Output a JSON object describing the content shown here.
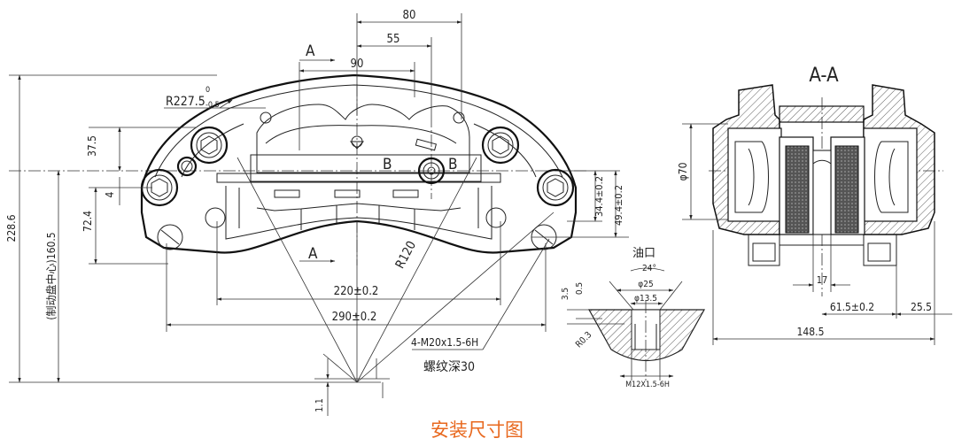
{
  "caption": "安装尺寸图",
  "section_label": "A-A",
  "cut_label": "A",
  "b_label": "B",
  "oil_port": {
    "title": "油口",
    "angle": "24°",
    "d1": "φ25",
    "d2": "φ13.5",
    "h1": "3.5",
    "h2": "0.5",
    "radius": "R0.3",
    "thread": "M12X1.5-6H"
  },
  "dims": {
    "d80": "80",
    "d55": "55",
    "d90": "90",
    "r227": "R227.5",
    "r227_tol_top": "0",
    "r227_tol_bot": "-0.5",
    "d375": "37.5",
    "d4": "4",
    "d724": "72.4",
    "d2286": "228.6",
    "d1605": "(制动盘中心)160.5",
    "d344": "34.4±0.2",
    "d494": "49.4±0.2",
    "r120": "R120",
    "d220": "220±0.2",
    "d290": "290±0.2",
    "thread": "4-M20x1.5-6H",
    "thread_depth": "螺纹深30",
    "d11": "1.1",
    "phi70": "φ70",
    "d17": "17",
    "d615": "61.5±0.2",
    "d255": "25.5",
    "d1485": "148.5"
  }
}
